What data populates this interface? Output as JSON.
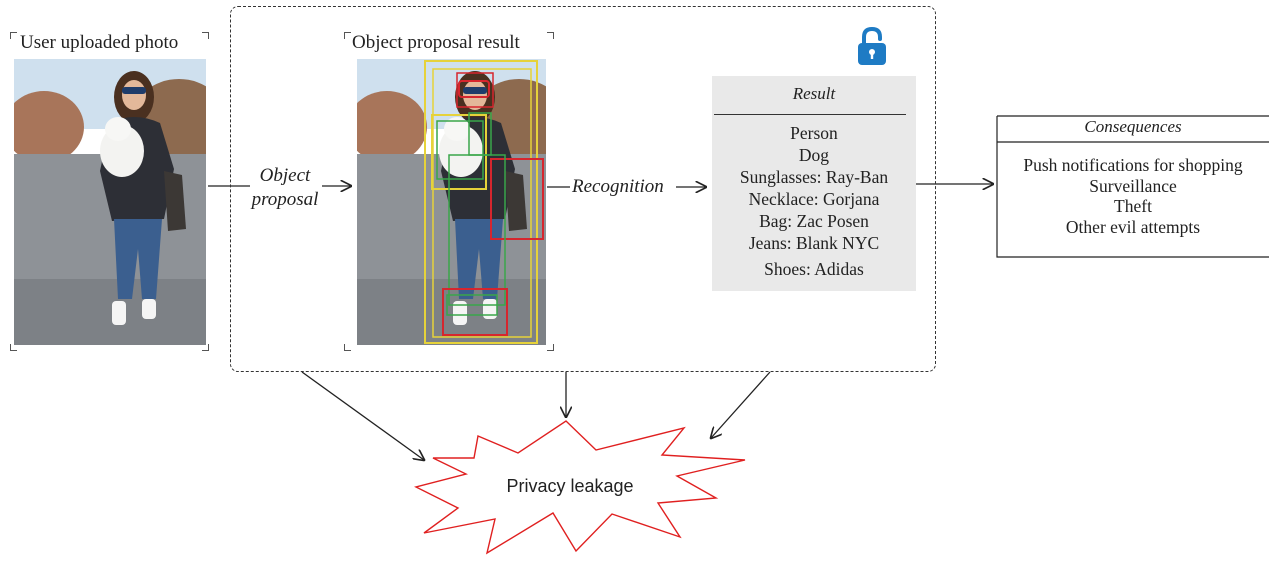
{
  "panels": {
    "user_photo_label": "User uploaded photo",
    "proposal_result_label": "Object proposal result"
  },
  "steps": {
    "object_proposal_line1": "Object",
    "object_proposal_line2": "proposal",
    "recognition": "Recognition"
  },
  "result": {
    "heading": "Result",
    "items": [
      "Person",
      "Dog",
      "Sunglasses: Ray-Ban",
      "Necklace: Gorjana",
      "Bag: Zac Posen",
      "Jeans: Blank NYC",
      "Shoes: Adidas"
    ]
  },
  "consequences": {
    "heading": "Consequences",
    "items": [
      "Push notifications for shopping",
      "Surveillance",
      "Theft",
      "Other evil attempts"
    ]
  },
  "outcome": {
    "label": "Privacy leakage"
  },
  "colors": {
    "lock": "#1e7bc4",
    "burst_outline": "#e02020",
    "box_yellow": "#e6d23a",
    "box_green": "#3aa64a",
    "box_red": "#d6262e",
    "result_bg": "#e9e9e9"
  },
  "icons": {
    "lock": "lock-icon"
  }
}
